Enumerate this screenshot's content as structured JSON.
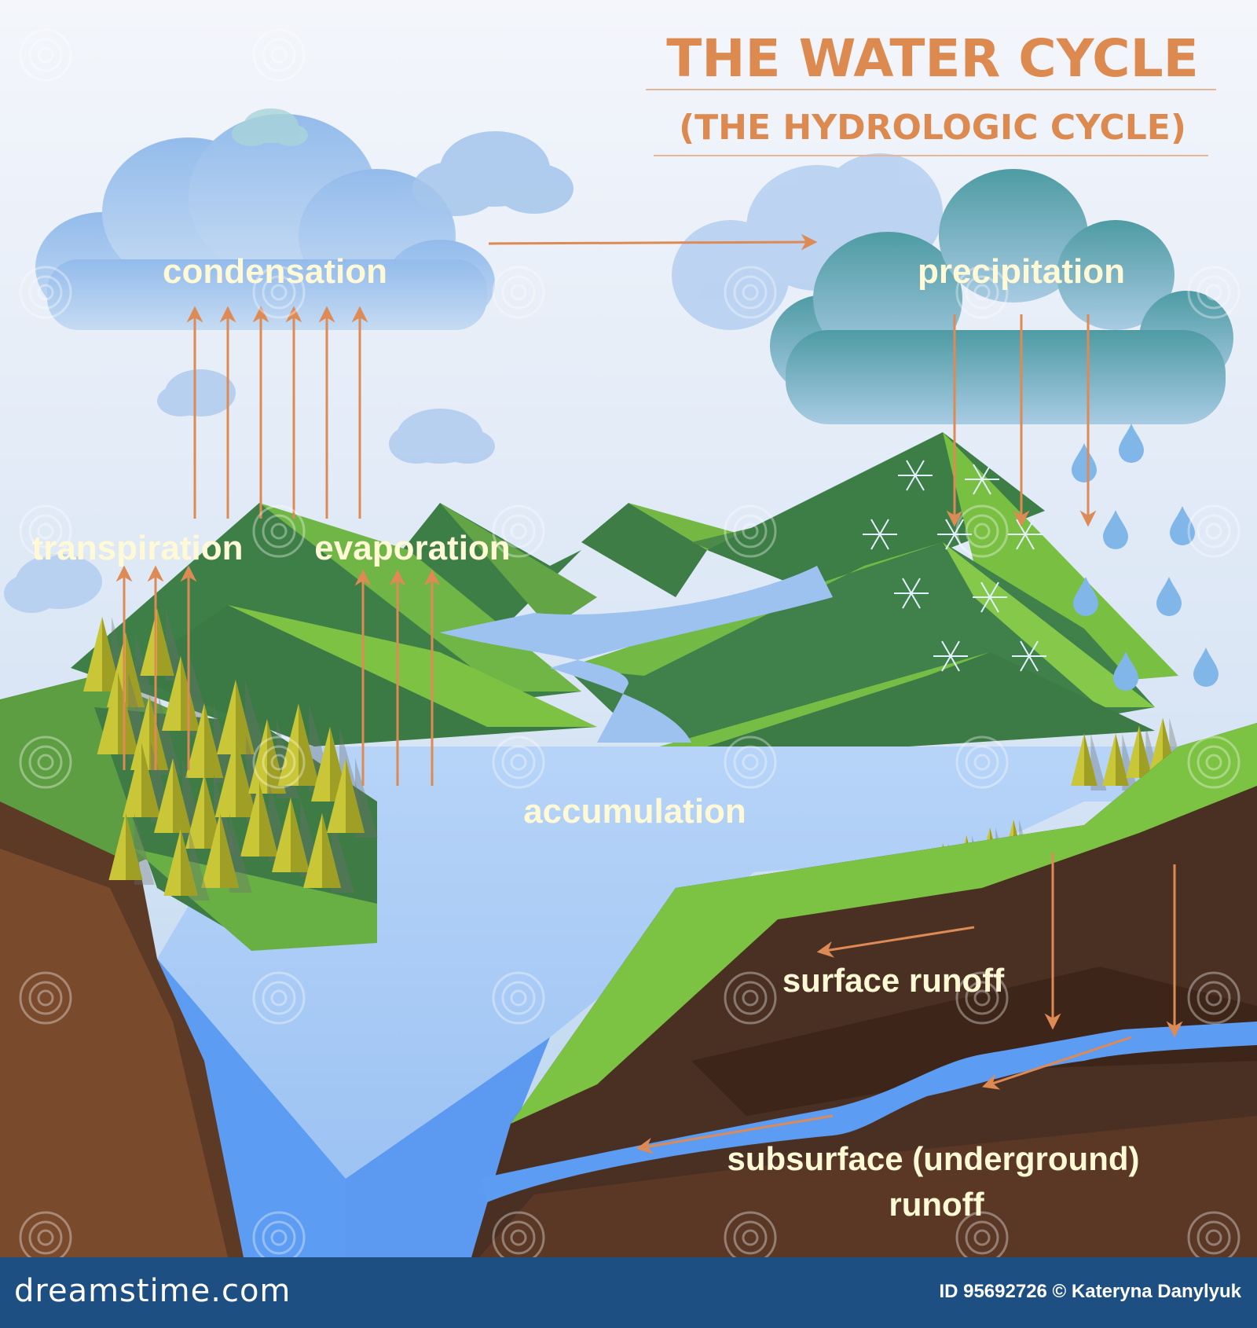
{
  "title": "THE WATER CYCLE",
  "subtitle": "(THE HYDROLOGIC CYCLE)",
  "labels": {
    "condensation": "condensation",
    "precipitation": "precipitation",
    "transpiration": "transpiration",
    "evaporation": "evaporation",
    "accumulation": "accumulation",
    "surface_runoff": "surface runoff",
    "subsurface_line1": "subsurface (underground)",
    "subsurface_line2": "runoff"
  },
  "watermark": "dreamstime",
  "footer": {
    "site": "dreamstime.com",
    "credit": "ID 95692726 © Kateryna Danylyuk"
  },
  "colors": {
    "title": "#dc8a50",
    "label": "#fff9d6",
    "arrow": "#dd8a55",
    "sky_top": "#f3f6fb",
    "sky_bottom": "#bdd6ef",
    "water": "#a6c9f5",
    "deep_water": "#5c9cf2",
    "grass": "#7fc341",
    "dark_hill": "#3f7f48",
    "soil": "#4a3023",
    "footer": "#1e4f83"
  }
}
